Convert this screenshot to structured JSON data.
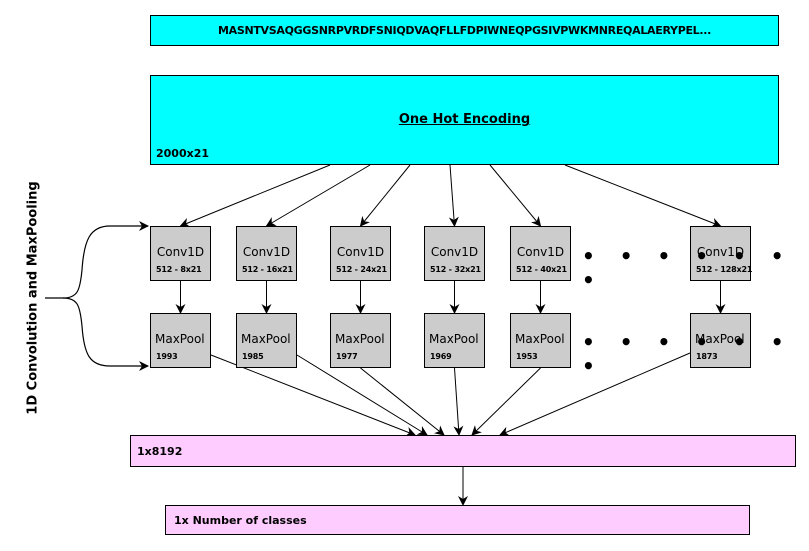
{
  "sequence": "MASNTVSAQGGSNRPVRDFSNIQDVAQFLLFDPIWNEQPGSIVPWKMNREQALAERYPEL...",
  "encoding": {
    "title": "One Hot Encoding",
    "dim": "2000x21"
  },
  "side_label": "1D Convolution and MaxPooling",
  "branches": [
    {
      "conv_label": "Conv1D",
      "conv_spec": "512 - 8x21",
      "pool_label": "MaxPool",
      "pool_out": "1993"
    },
    {
      "conv_label": "Conv1D",
      "conv_spec": "512 - 16x21",
      "pool_label": "MaxPool",
      "pool_out": "1985"
    },
    {
      "conv_label": "Conv1D",
      "conv_spec": "512 - 24x21",
      "pool_label": "MaxPool",
      "pool_out": "1977"
    },
    {
      "conv_label": "Conv1D",
      "conv_spec": "512 - 32x21",
      "pool_label": "MaxPool",
      "pool_out": "1969"
    },
    {
      "conv_label": "Conv1D",
      "conv_spec": "512 - 40x21",
      "pool_label": "MaxPool",
      "pool_out": "1953"
    },
    {
      "conv_label": "Conv1D",
      "conv_spec": "512 - 128x21",
      "pool_label": "MaxPool",
      "pool_out": "1873"
    }
  ],
  "ellipsis": "• • • • • • •",
  "flatten": {
    "label": "1x8192"
  },
  "output": {
    "label": "1x Number of classes"
  },
  "colors": {
    "input": "#00ffff",
    "dense": "#ffccff",
    "layer": "#cccccc"
  }
}
